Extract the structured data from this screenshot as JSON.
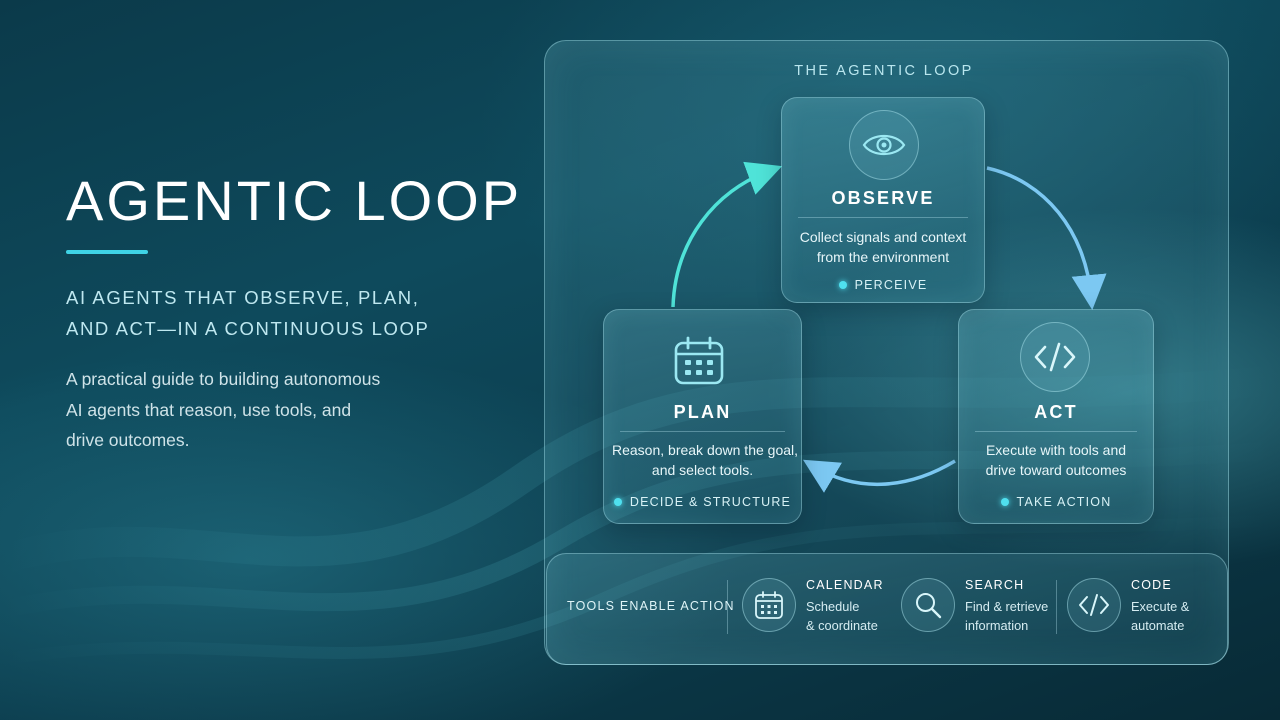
{
  "hero": {
    "title": "AGENTIC LOOP",
    "subtitle_lines": [
      "AI AGENTS THAT OBSERVE, PLAN,",
      "AND ACT—IN A CONTINUOUS LOOP"
    ],
    "description_lines": [
      "A practical guide to building autonomous",
      "AI agents that reason, use tools, and",
      "drive outcomes."
    ]
  },
  "diagram": {
    "title": "THE AGENTIC LOOP",
    "steps": [
      {
        "id": "observe",
        "icon": "eye-icon",
        "title": "OBSERVE",
        "description_lines": [
          "Collect signals and context",
          "from the environment"
        ],
        "tag": "PERCEIVE"
      },
      {
        "id": "plan",
        "icon": "calendar-icon",
        "title": "PLAN",
        "description_lines": [
          "Reason, break down the goal,",
          "and select tools."
        ],
        "tag": "DECIDE & STRUCTURE"
      },
      {
        "id": "act",
        "icon": "code-icon",
        "title": "ACT",
        "description_lines": [
          "Execute with tools and",
          "drive toward outcomes"
        ],
        "tag": "TAKE ACTION"
      }
    ],
    "flow": [
      "plan → observe",
      "observe → act",
      "act → plan"
    ]
  },
  "tools": {
    "label": "TOOLS ENABLE ACTION",
    "items": [
      {
        "name": "CALENDAR",
        "icon": "calendar-icon",
        "description_lines": [
          "Schedule",
          "& coordinate"
        ]
      },
      {
        "name": "SEARCH",
        "icon": "search-icon",
        "description_lines": [
          "Find & retrieve",
          "information"
        ]
      },
      {
        "name": "CODE",
        "icon": "code-icon",
        "description_lines": [
          "Execute &",
          "automate"
        ]
      }
    ]
  },
  "colors": {
    "accent": "#3fd3e6",
    "arrow_teal": "#4fe3d8",
    "arrow_blue": "#7cc8f2",
    "background": "#0c3e4f"
  }
}
